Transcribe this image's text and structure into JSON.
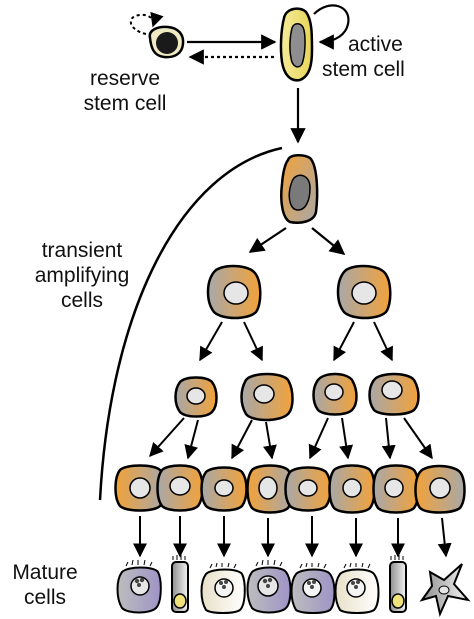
{
  "labels": {
    "reserve_line1": "reserve",
    "reserve_line2": "stem cell",
    "active_line1": "active",
    "active_line2": "stem cell",
    "transient_line1": "transient",
    "transient_line2": "amplifying",
    "transient_line3": "cells",
    "mature_line1": "Mature",
    "mature_line2": "cells"
  },
  "icons": {
    "reserve_stem_cell": "small-round-cell-with-dark-nucleus",
    "active_stem_cell": "elongated-yellow-cell-with-gray-nucleus",
    "progenitor": "orange-gradient-cell-with-dark-nucleus",
    "transient_amplifying": "orange-gray-gradient-square-cell",
    "mature_round": "round-cell-with-granules",
    "mature_columnar": "columnar-cell-with-yellow-base",
    "mature_stellate": "star-shaped-cell"
  },
  "colors": {
    "orange": "#f2a23a",
    "gray": "#a8a8a8",
    "yellow": "#efe27a",
    "lavender": "#9e94c6",
    "dark_nucleus": "#1a1a1a",
    "pale_nucleus": "#e6e6e6"
  }
}
